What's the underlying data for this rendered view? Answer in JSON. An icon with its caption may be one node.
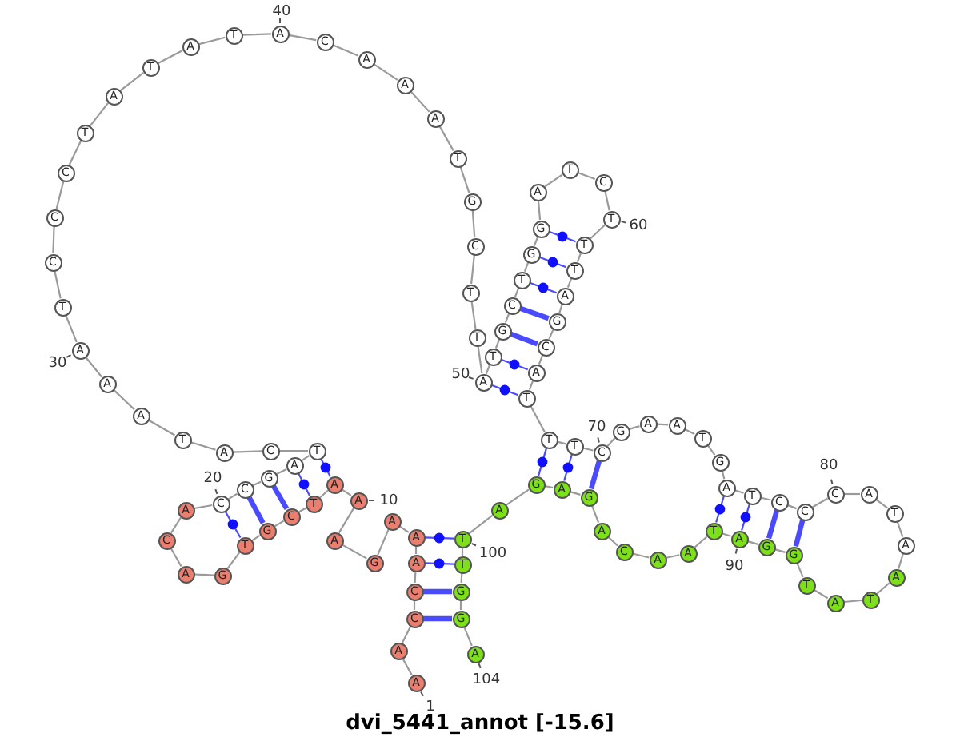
{
  "diagram": {
    "caption": "dvi_5441_annot [-15.6]",
    "nodes": [
      {
        "text": [
          "A"
        ],
        "beside": [
          "1"
        ]
      },
      {
        "text": [
          "A"
        ]
      },
      {
        "text": [
          "C"
        ]
      },
      {
        "text": [
          "C"
        ]
      },
      {
        "text": [
          "A"
        ]
      },
      {
        "text": [
          "A"
        ]
      },
      {
        "text": [
          "A"
        ]
      },
      {
        "text": [
          "G"
        ]
      },
      {
        "text": [
          "A"
        ]
      },
      {
        "text": [
          "A"
        ],
        "beside": [
          "10"
        ]
      },
      {
        "text": [
          "A"
        ]
      },
      {
        "text": [
          "T"
        ]
      },
      {
        "text": [
          "C"
        ]
      },
      {
        "text": [
          "G"
        ]
      },
      {
        "text": [
          "T"
        ]
      },
      {
        "text": [
          "G"
        ]
      },
      {
        "text": [
          "A"
        ]
      },
      {
        "text": [
          "C"
        ]
      },
      {
        "text": [
          "A"
        ]
      },
      {
        "text": [
          "C"
        ],
        "beside": [
          "20"
        ]
      },
      {
        "text": [
          "C"
        ]
      },
      {
        "text": [
          "G"
        ]
      },
      {
        "text": [
          "A"
        ]
      },
      {
        "text": [
          "T"
        ]
      },
      {
        "text": [
          "C"
        ]
      },
      {
        "text": [
          "A"
        ]
      },
      {
        "text": [
          "T"
        ]
      },
      {
        "text": [
          "A"
        ]
      },
      {
        "text": [
          "A"
        ]
      },
      {
        "text": [
          "A"
        ],
        "beside": [
          "30"
        ]
      },
      {
        "text": [
          "T"
        ]
      },
      {
        "text": [
          "C"
        ]
      },
      {
        "text": [
          "C"
        ]
      },
      {
        "text": [
          "C"
        ]
      },
      {
        "text": [
          "T"
        ]
      },
      {
        "text": [
          "A"
        ]
      },
      {
        "text": [
          "T"
        ]
      },
      {
        "text": [
          "A"
        ]
      },
      {
        "text": [
          "T"
        ]
      },
      {
        "text": [
          "A"
        ],
        "beside": [
          "40"
        ]
      },
      {
        "text": [
          "C"
        ]
      },
      {
        "text": [
          "A"
        ]
      },
      {
        "text": [
          "A"
        ]
      },
      {
        "text": [
          "A"
        ]
      },
      {
        "text": [
          "T"
        ]
      },
      {
        "text": [
          "G"
        ]
      },
      {
        "text": [
          "C"
        ]
      },
      {
        "text": [
          "T"
        ]
      },
      {
        "text": [
          "T"
        ]
      },
      {
        "text": [
          "A"
        ],
        "beside": [
          "50"
        ]
      },
      {
        "text": [
          "T"
        ]
      },
      {
        "text": [
          "G"
        ]
      },
      {
        "text": [
          "C"
        ]
      },
      {
        "text": [
          "T"
        ]
      },
      {
        "text": [
          "G"
        ]
      },
      {
        "text": [
          "G"
        ]
      },
      {
        "text": [
          "A"
        ]
      },
      {
        "text": [
          "T"
        ]
      },
      {
        "text": [
          "C"
        ]
      },
      {
        "text": [
          "T"
        ],
        "beside": [
          "60"
        ]
      },
      {
        "text": [
          "T"
        ]
      },
      {
        "text": [
          "T"
        ]
      },
      {
        "text": [
          "A"
        ]
      },
      {
        "text": [
          "G"
        ]
      },
      {
        "text": [
          "C"
        ]
      },
      {
        "text": [
          "A"
        ]
      },
      {
        "text": [
          "T"
        ]
      },
      {
        "text": [
          "T"
        ]
      },
      {
        "text": [
          "T"
        ]
      },
      {
        "text": [
          "C"
        ],
        "beside": [
          "70"
        ]
      },
      {
        "text": [
          "G"
        ]
      },
      {
        "text": [
          "A"
        ]
      },
      {
        "text": [
          "A"
        ]
      },
      {
        "text": [
          "T"
        ]
      },
      {
        "text": [
          "G"
        ]
      },
      {
        "text": [
          "A"
        ]
      },
      {
        "text": [
          "T"
        ]
      },
      {
        "text": [
          "C"
        ]
      },
      {
        "text": [
          "C"
        ]
      },
      {
        "text": [
          "C"
        ],
        "beside": [
          "80"
        ]
      },
      {
        "text": [
          "A"
        ]
      },
      {
        "text": [
          "T"
        ]
      },
      {
        "text": [
          "A"
        ]
      },
      {
        "text": [
          "A"
        ]
      },
      {
        "text": [
          "T"
        ]
      },
      {
        "text": [
          "A"
        ]
      },
      {
        "text": [
          "T"
        ]
      },
      {
        "text": [
          "G"
        ]
      },
      {
        "text": [
          "G"
        ]
      },
      {
        "text": [
          "A"
        ],
        "beside": [
          "90"
        ]
      },
      {
        "text": [
          "T"
        ]
      },
      {
        "text": [
          "A"
        ]
      },
      {
        "text": [
          "A"
        ]
      },
      {
        "text": [
          "C"
        ]
      },
      {
        "text": [
          "A"
        ]
      },
      {
        "text": [
          "G"
        ]
      },
      {
        "text": [
          "A"
        ]
      },
      {
        "text": [
          "G"
        ]
      },
      {
        "text": [
          "A"
        ]
      },
      {
        "text": [
          "T"
        ],
        "beside": [
          "100"
        ]
      },
      {
        "text": [
          "T"
        ]
      },
      {
        "text": [
          "G"
        ]
      },
      {
        "text": [
          "G"
        ]
      },
      {
        "text": [
          "A"
        ],
        "beside": [
          "104"
        ]
      }
    ],
    "edges": [
      {
        "from": 0,
        "to": 1,
        "arrow": "none"
      },
      {
        "from": 1,
        "to": 2,
        "arrow": "none"
      },
      {
        "from": 2,
        "to": 3,
        "arrow": "none"
      },
      {
        "from": 3,
        "to": 4,
        "arrow": "none"
      },
      {
        "from": 4,
        "to": 5,
        "arrow": "none"
      },
      {
        "from": 5,
        "to": 6,
        "arrow": "none"
      },
      {
        "from": 6,
        "to": 7,
        "arrow": "none"
      },
      {
        "from": 7,
        "to": 8,
        "arrow": "none"
      },
      {
        "from": 8,
        "to": 9,
        "arrow": "none"
      },
      {
        "from": 9,
        "to": 10,
        "arrow": "none"
      },
      {
        "from": 10,
        "to": 11,
        "arrow": "none"
      },
      {
        "from": 11,
        "to": 12,
        "arrow": "none"
      },
      {
        "from": 12,
        "to": 13,
        "arrow": "none"
      },
      {
        "from": 13,
        "to": 14,
        "arrow": "none"
      },
      {
        "from": 14,
        "to": 15,
        "arrow": "none"
      },
      {
        "from": 15,
        "to": 16,
        "arrow": "none"
      },
      {
        "from": 16,
        "to": 17,
        "arrow": "none"
      },
      {
        "from": 17,
        "to": 18,
        "arrow": "none"
      },
      {
        "from": 18,
        "to": 19,
        "arrow": "none"
      },
      {
        "from": 19,
        "to": 20,
        "arrow": "none"
      },
      {
        "from": 20,
        "to": 21,
        "arrow": "none"
      },
      {
        "from": 21,
        "to": 22,
        "arrow": "none"
      },
      {
        "from": 22,
        "to": 23,
        "arrow": "none"
      },
      {
        "from": 23,
        "to": 24,
        "arrow": "none"
      },
      {
        "from": 24,
        "to": 25,
        "arrow": "none"
      },
      {
        "from": 25,
        "to": 26,
        "arrow": "none"
      },
      {
        "from": 26,
        "to": 27,
        "arrow": "none"
      },
      {
        "from": 27,
        "to": 28,
        "arrow": "none"
      },
      {
        "from": 28,
        "to": 29,
        "arrow": "none"
      },
      {
        "from": 29,
        "to": 30,
        "arrow": "none"
      },
      {
        "from": 30,
        "to": 31,
        "arrow": "none"
      },
      {
        "from": 31,
        "to": 32,
        "arrow": "none"
      },
      {
        "from": 32,
        "to": 33,
        "arrow": "none"
      },
      {
        "from": 33,
        "to": 34,
        "arrow": "none"
      },
      {
        "from": 34,
        "to": 35,
        "arrow": "none"
      },
      {
        "from": 35,
        "to": 36,
        "arrow": "none"
      },
      {
        "from": 36,
        "to": 37,
        "arrow": "none"
      },
      {
        "from": 37,
        "to": 38,
        "arrow": "none"
      },
      {
        "from": 38,
        "to": 39,
        "arrow": "none"
      },
      {
        "from": 39,
        "to": 40,
        "arrow": "none"
      },
      {
        "from": 40,
        "to": 41,
        "arrow": "none"
      },
      {
        "from": 41,
        "to": 42,
        "arrow": "none"
      },
      {
        "from": 42,
        "to": 43,
        "arrow": "none"
      },
      {
        "from": 43,
        "to": 44,
        "arrow": "none"
      },
      {
        "from": 44,
        "to": 45,
        "arrow": "none"
      },
      {
        "from": 45,
        "to": 46,
        "arrow": "none"
      },
      {
        "from": 46,
        "to": 47,
        "arrow": "none"
      },
      {
        "from": 47,
        "to": 48,
        "arrow": "none"
      },
      {
        "from": 48,
        "to": 49,
        "arrow": "none"
      },
      {
        "from": 49,
        "to": 50,
        "arrow": "none"
      },
      {
        "from": 50,
        "to": 51,
        "arrow": "none"
      },
      {
        "from": 51,
        "to": 52,
        "arrow": "none"
      },
      {
        "from": 52,
        "to": 53,
        "arrow": "none"
      },
      {
        "from": 53,
        "to": 54,
        "arrow": "none"
      },
      {
        "from": 54,
        "to": 55,
        "arrow": "none"
      },
      {
        "from": 55,
        "to": 56,
        "arrow": "none"
      },
      {
        "from": 56,
        "to": 57,
        "arrow": "none"
      },
      {
        "from": 57,
        "to": 58,
        "arrow": "none"
      },
      {
        "from": 58,
        "to": 59,
        "arrow": "none"
      },
      {
        "from": 59,
        "to": 60,
        "arrow": "none"
      },
      {
        "from": 60,
        "to": 61,
        "arrow": "none"
      },
      {
        "from": 61,
        "to": 62,
        "arrow": "none"
      },
      {
        "from": 62,
        "to": 63,
        "arrow": "none"
      },
      {
        "from": 63,
        "to": 64,
        "arrow": "none"
      },
      {
        "from": 64,
        "to": 65,
        "arrow": "none"
      },
      {
        "from": 65,
        "to": 66,
        "arrow": "none"
      },
      {
        "from": 66,
        "to": 67,
        "arrow": "none"
      },
      {
        "from": 67,
        "to": 68,
        "arrow": "none"
      },
      {
        "from": 68,
        "to": 69,
        "arrow": "none"
      },
      {
        "from": 69,
        "to": 70,
        "arrow": "none"
      },
      {
        "from": 70,
        "to": 71,
        "arrow": "none"
      },
      {
        "from": 71,
        "to": 72,
        "arrow": "none"
      },
      {
        "from": 72,
        "to": 73,
        "arrow": "none"
      },
      {
        "from": 73,
        "to": 74,
        "arrow": "none"
      },
      {
        "from": 74,
        "to": 75,
        "arrow": "none"
      },
      {
        "from": 75,
        "to": 76,
        "arrow": "none"
      },
      {
        "from": 76,
        "to": 77,
        "arrow": "none"
      },
      {
        "from": 77,
        "to": 78,
        "arrow": "none"
      },
      {
        "from": 78,
        "to": 79,
        "arrow": "none"
      },
      {
        "from": 79,
        "to": 80,
        "arrow": "none"
      },
      {
        "from": 80,
        "to": 81,
        "arrow": "none"
      },
      {
        "from": 81,
        "to": 82,
        "arrow": "none"
      },
      {
        "from": 82,
        "to": 83,
        "arrow": "none"
      },
      {
        "from": 83,
        "to": 84,
        "arrow": "none"
      },
      {
        "from": 84,
        "to": 85,
        "arrow": "none"
      },
      {
        "from": 85,
        "to": 86,
        "arrow": "none"
      },
      {
        "from": 86,
        "to": 87,
        "arrow": "none"
      },
      {
        "from": 87,
        "to": 88,
        "arrow": "none"
      },
      {
        "from": 88,
        "to": 89,
        "arrow": "none"
      },
      {
        "from": 89,
        "to": 90,
        "arrow": "none"
      },
      {
        "from": 90,
        "to": 91,
        "arrow": "none"
      },
      {
        "from": 91,
        "to": 92,
        "arrow": "none"
      },
      {
        "from": 92,
        "to": 93,
        "arrow": "none"
      },
      {
        "from": 93,
        "to": 94,
        "arrow": "none"
      },
      {
        "from": 94,
        "to": 95,
        "arrow": "none"
      },
      {
        "from": 95,
        "to": 96,
        "arrow": "none"
      },
      {
        "from": 96,
        "to": 97,
        "arrow": "none"
      },
      {
        "from": 97,
        "to": 98,
        "arrow": "none"
      },
      {
        "from": 98,
        "to": 99,
        "arrow": "none"
      },
      {
        "from": 99,
        "to": 100,
        "arrow": "none"
      },
      {
        "from": 100,
        "to": 101,
        "arrow": "none"
      },
      {
        "from": 101,
        "to": 102,
        "arrow": "none"
      },
      {
        "from": 102,
        "to": 103,
        "arrow": "none"
      },
      {
        "from": 2,
        "to": 102,
        "arrow": "none",
        "style": "thick",
        "color": "#4a4aff"
      },
      {
        "from": 3,
        "to": 101,
        "arrow": "none",
        "style": "thick",
        "color": "#4a4aff"
      },
      {
        "from": 4,
        "to": 100,
        "arrow": "none",
        "color": "#4a4aff"
      },
      {
        "from": 5,
        "to": 99,
        "arrow": "none",
        "color": "#4a4aff"
      },
      {
        "from": 10,
        "to": 23,
        "arrow": "none",
        "color": "#4a4aff"
      },
      {
        "from": 11,
        "to": 22,
        "arrow": "none",
        "color": "#4a4aff"
      },
      {
        "from": 12,
        "to": 21,
        "arrow": "none",
        "style": "thick",
        "color": "#4a4aff"
      },
      {
        "from": 13,
        "to": 20,
        "arrow": "none",
        "style": "thick",
        "color": "#4a4aff"
      },
      {
        "from": 14,
        "to": 19,
        "arrow": "none",
        "color": "#4a4aff"
      },
      {
        "from": 49,
        "to": 66,
        "arrow": "none",
        "color": "#4a4aff"
      },
      {
        "from": 50,
        "to": 65,
        "arrow": "none",
        "color": "#4a4aff"
      },
      {
        "from": 51,
        "to": 64,
        "arrow": "none",
        "style": "thick",
        "color": "#4a4aff"
      },
      {
        "from": 52,
        "to": 63,
        "arrow": "none",
        "style": "thick",
        "color": "#4a4aff"
      },
      {
        "from": 53,
        "to": 62,
        "arrow": "none",
        "color": "#4a4aff"
      },
      {
        "from": 54,
        "to": 61,
        "arrow": "none",
        "color": "#4a4aff"
      },
      {
        "from": 55,
        "to": 60,
        "arrow": "none",
        "color": "#4a4aff"
      },
      {
        "from": 67,
        "to": 97,
        "arrow": "none",
        "color": "#4a4aff"
      },
      {
        "from": 68,
        "to": 96,
        "arrow": "none",
        "color": "#4a4aff"
      },
      {
        "from": 69,
        "to": 95,
        "arrow": "none",
        "style": "thick",
        "color": "#4a4aff"
      },
      {
        "from": 75,
        "to": 90,
        "arrow": "none",
        "color": "#4a4aff"
      },
      {
        "from": 76,
        "to": 89,
        "arrow": "none",
        "color": "#4a4aff"
      },
      {
        "from": 77,
        "to": 88,
        "arrow": "none",
        "style": "thick",
        "color": "#4a4aff"
      },
      {
        "from": 78,
        "to": 87,
        "arrow": "none",
        "style": "thick",
        "color": "#4a4aff"
      }
    ]
  }
}
